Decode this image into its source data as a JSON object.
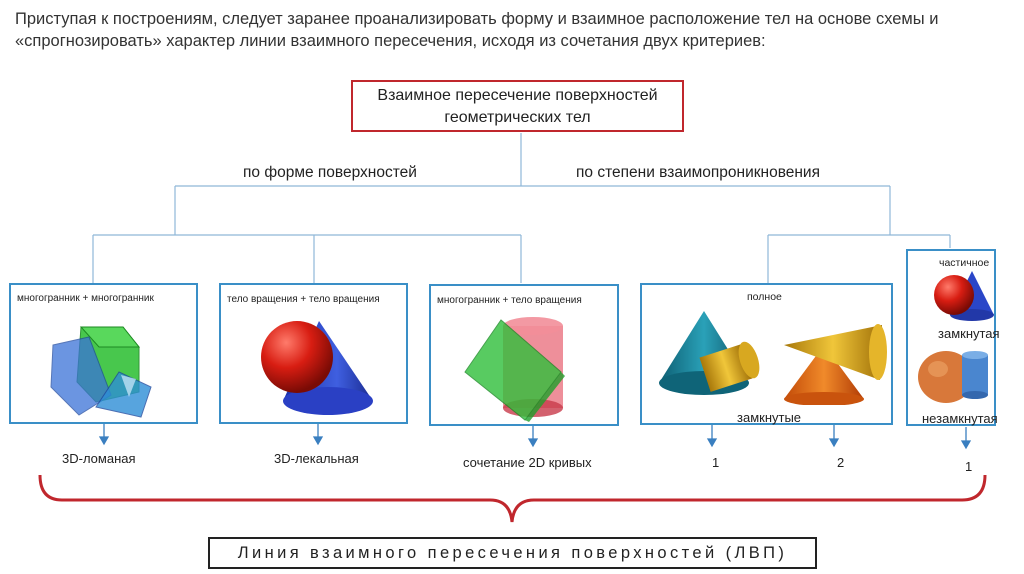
{
  "intro_text": "Приступая к построениям, следует заранее проанализировать форму и взаимное расположение тел на основе схемы и «спрогнозировать» характер линии взаимного пересечения, исходя из сочетания двух критериев:",
  "root_label": "Взаимное пересечение поверхностей геометрических тел",
  "branches": {
    "form": "по форме поверхностей",
    "penetration": "по степени взаимопроникновения"
  },
  "panels": {
    "poly_poly": {
      "title": "многогранник + многогранник",
      "result": "3D-ломаная"
    },
    "rev_rev": {
      "title": "тело вращения + тело вращения",
      "result": "3D-лекальная"
    },
    "poly_rev": {
      "title": "многогранник + тело вращения",
      "result": "сочетание  2D кривых"
    },
    "full": {
      "title": "полное",
      "caption": "замкнутые",
      "result_1": "1",
      "result_2": "2"
    },
    "partial": {
      "title": "частичное",
      "closed": "замкнутая",
      "open": "незамкнутая",
      "result": "1"
    }
  },
  "final_label": "Линия взаимного пересечения поверхностей (ЛВП)",
  "colors": {
    "accent_red": "#c0272d",
    "connector_blue": "#3a8fc7"
  }
}
